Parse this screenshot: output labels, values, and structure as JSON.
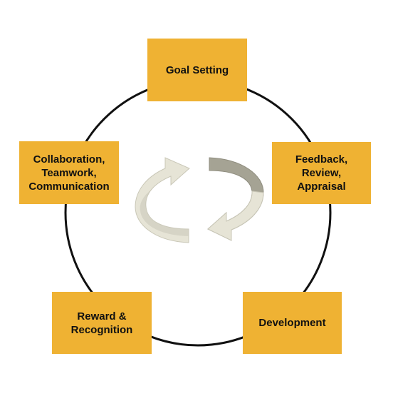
{
  "cycle": {
    "stages": [
      {
        "label": "Goal Setting"
      },
      {
        "label": "Feedback,\nReview,\nAppraisal"
      },
      {
        "label": "Development"
      },
      {
        "label": "Reward &\nRecognition"
      },
      {
        "label": "Collaboration,\nTeamwork,\nCommunication"
      }
    ],
    "colors": {
      "box_fill": "#efb233",
      "ring_stroke": "#111111",
      "arrow_light": "#e6e4d6",
      "arrow_dark": "#a5a394"
    }
  }
}
